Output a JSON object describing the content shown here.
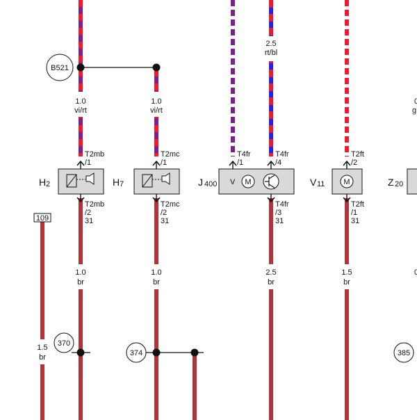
{
  "colors": {
    "brown": "#b0343a",
    "red": "#f0192d",
    "violet": "#7d1f8c",
    "blue": "#1f1fff",
    "white": "#ffffff",
    "box_fill": "#d9d9d9",
    "line": "#111111"
  },
  "refs": {
    "b521": "B521",
    "r109": "109",
    "r370": "370",
    "r374": "374",
    "r385": "385"
  },
  "components": {
    "h2": {
      "letter": "H",
      "num": "2"
    },
    "h7": {
      "letter": "H",
      "num": "7"
    },
    "j400": {
      "letter": "J",
      "num": "400",
      "inner_label": "V"
    },
    "v11": {
      "letter": "V",
      "num": "11"
    },
    "z20": {
      "letter": "Z",
      "num": "20"
    }
  },
  "wires": {
    "h2_top": {
      "size": "1.0",
      "color": "vi/rt"
    },
    "h7_top": {
      "size": "1.0",
      "color": "vi/rt"
    },
    "j400_top": {
      "size": "2.5",
      "color": "rt/bl"
    },
    "h2_bot": {
      "size": "1.0",
      "color": "br"
    },
    "h7_bot": {
      "size": "1.0",
      "color": "br"
    },
    "j400_bot": {
      "size": "2.5",
      "color": "br"
    },
    "v11_bot": {
      "size": "1.5",
      "color": "br"
    },
    "left_bot": {
      "size": "1.5",
      "color": "br"
    }
  },
  "pins": {
    "h2_top": {
      "conn": "T2mb",
      "pin": "/1"
    },
    "h2_bot": {
      "conn": "T2mb",
      "pin": "/2",
      "ground": "31"
    },
    "h7_top": {
      "conn": "T2mc",
      "pin": "/1"
    },
    "h7_bot": {
      "conn": "T2mc",
      "pin": "/2",
      "ground": "31"
    },
    "j400_top_a": {
      "conn": "T4fr",
      "pin": "/1"
    },
    "j400_top_b": {
      "conn": "T4fr",
      "pin": "/4"
    },
    "j400_bot": {
      "conn": "T4fr",
      "pin": "/3",
      "ground": "31"
    },
    "v11_top": {
      "conn": "T2ft",
      "pin": "/2"
    },
    "v11_bot": {
      "conn": "T2ft",
      "pin": "/1",
      "ground": "31"
    }
  },
  "edge_fragments": {
    "zero": "0",
    "g": "g"
  }
}
